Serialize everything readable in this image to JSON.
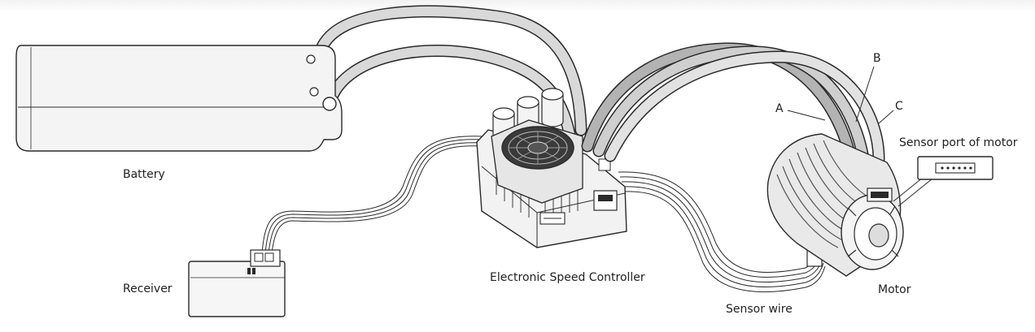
{
  "labels": {
    "battery": "Battery",
    "receiver": "Receiver",
    "esc": "Electronic Speed Controller",
    "sensor_wire": "Sensor wire",
    "motor": "Motor",
    "sensor_port": "Sensor port of motor",
    "wire_a": "A",
    "wire_b": "B",
    "wire_c": "C"
  },
  "colors": {
    "line": "#2a2a2a",
    "cable_fill": "#d4d4d4",
    "motor_fill": "#e8e8e8",
    "fan_dark": "#3a3a3a"
  }
}
